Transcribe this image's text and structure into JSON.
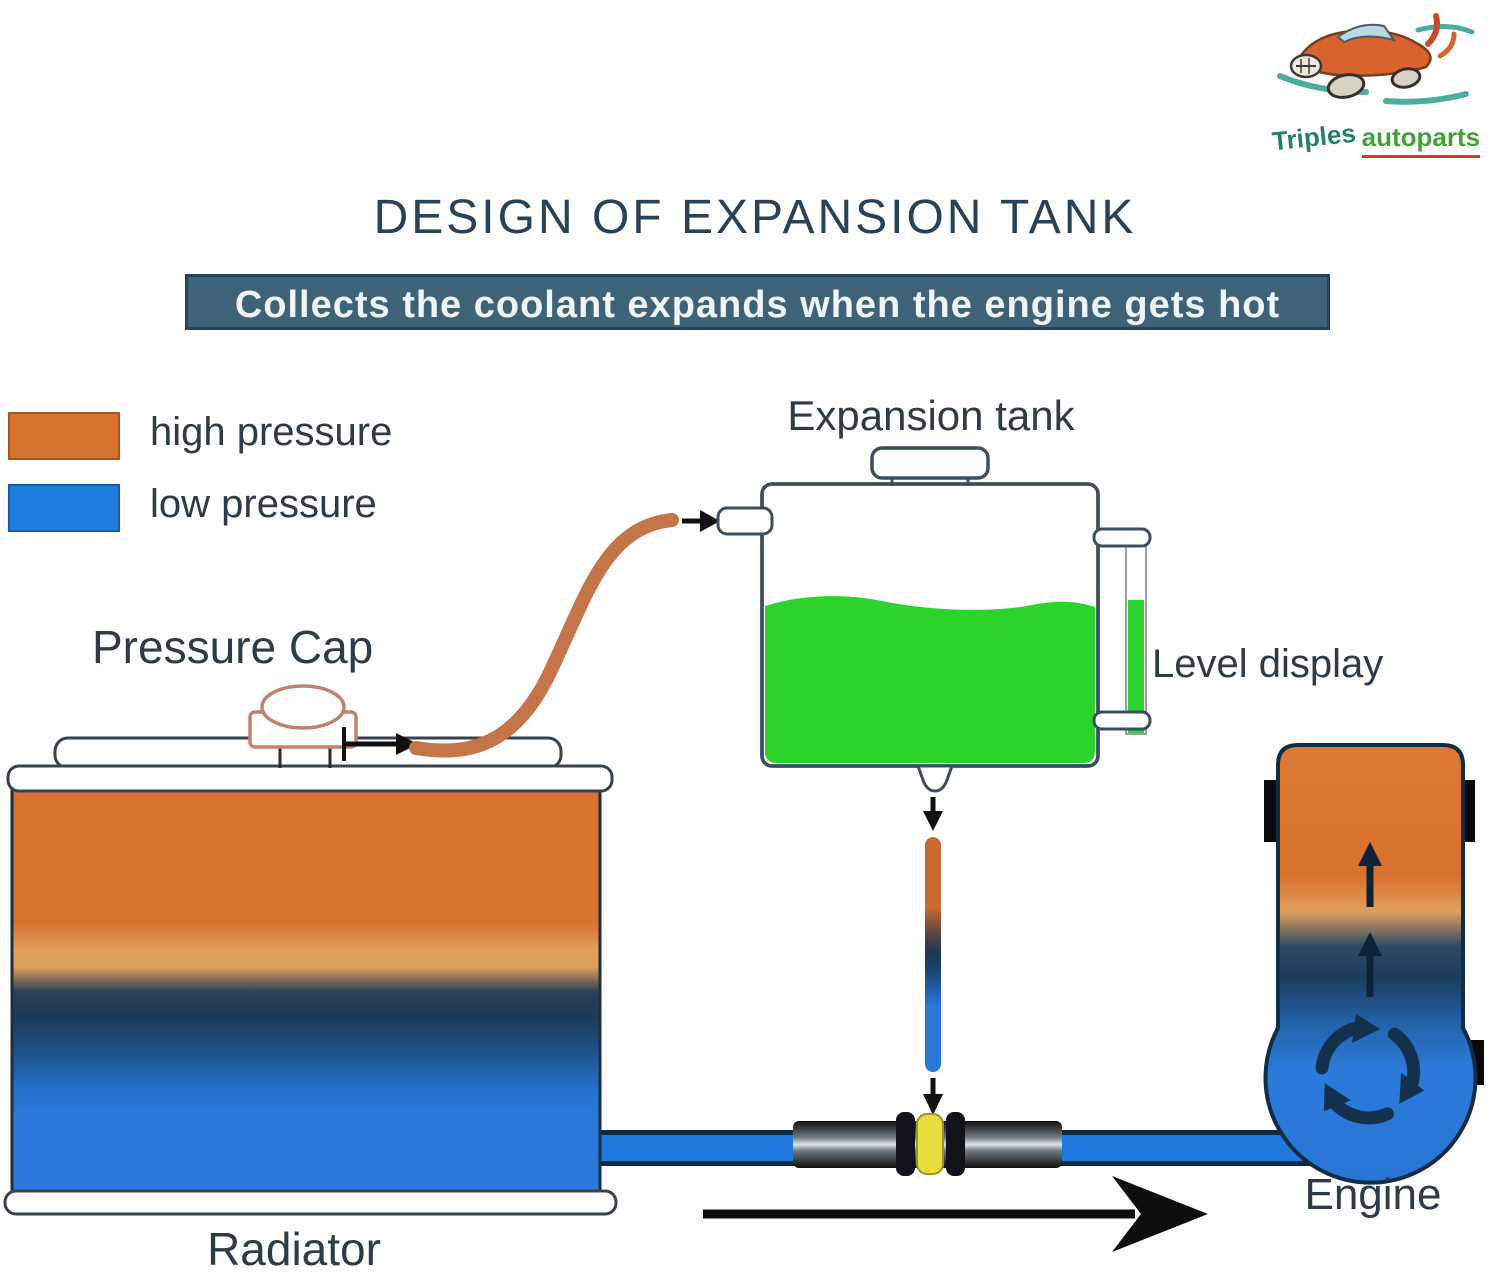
{
  "logo": {
    "brand_primary": "Triples",
    "brand_secondary": "autoparts"
  },
  "title": "DESIGN OF EXPANSION TANK",
  "banner": "Collects the coolant expands when the engine gets hot",
  "legend": {
    "high": {
      "label": "high pressure",
      "color": "#d9722e"
    },
    "low": {
      "label": "low pressure",
      "color": "#1f7de0"
    }
  },
  "labels": {
    "expansion_tank": "Expansion tank",
    "level_display": "Level display",
    "pressure_cap": "Pressure Cap",
    "radiator": "Radiator",
    "engine": "Engine"
  },
  "colors": {
    "coolant_green": "#2bd32b",
    "hose_orange": "#c4754a",
    "banner_bg": "#3e6278",
    "valve_yellow": "#e6df3d",
    "pipe_blue": "#1f78dc",
    "hot_orange": "#d9712e",
    "cold_blue": "#2b7adb",
    "dark_navy": "#1b3a55"
  }
}
